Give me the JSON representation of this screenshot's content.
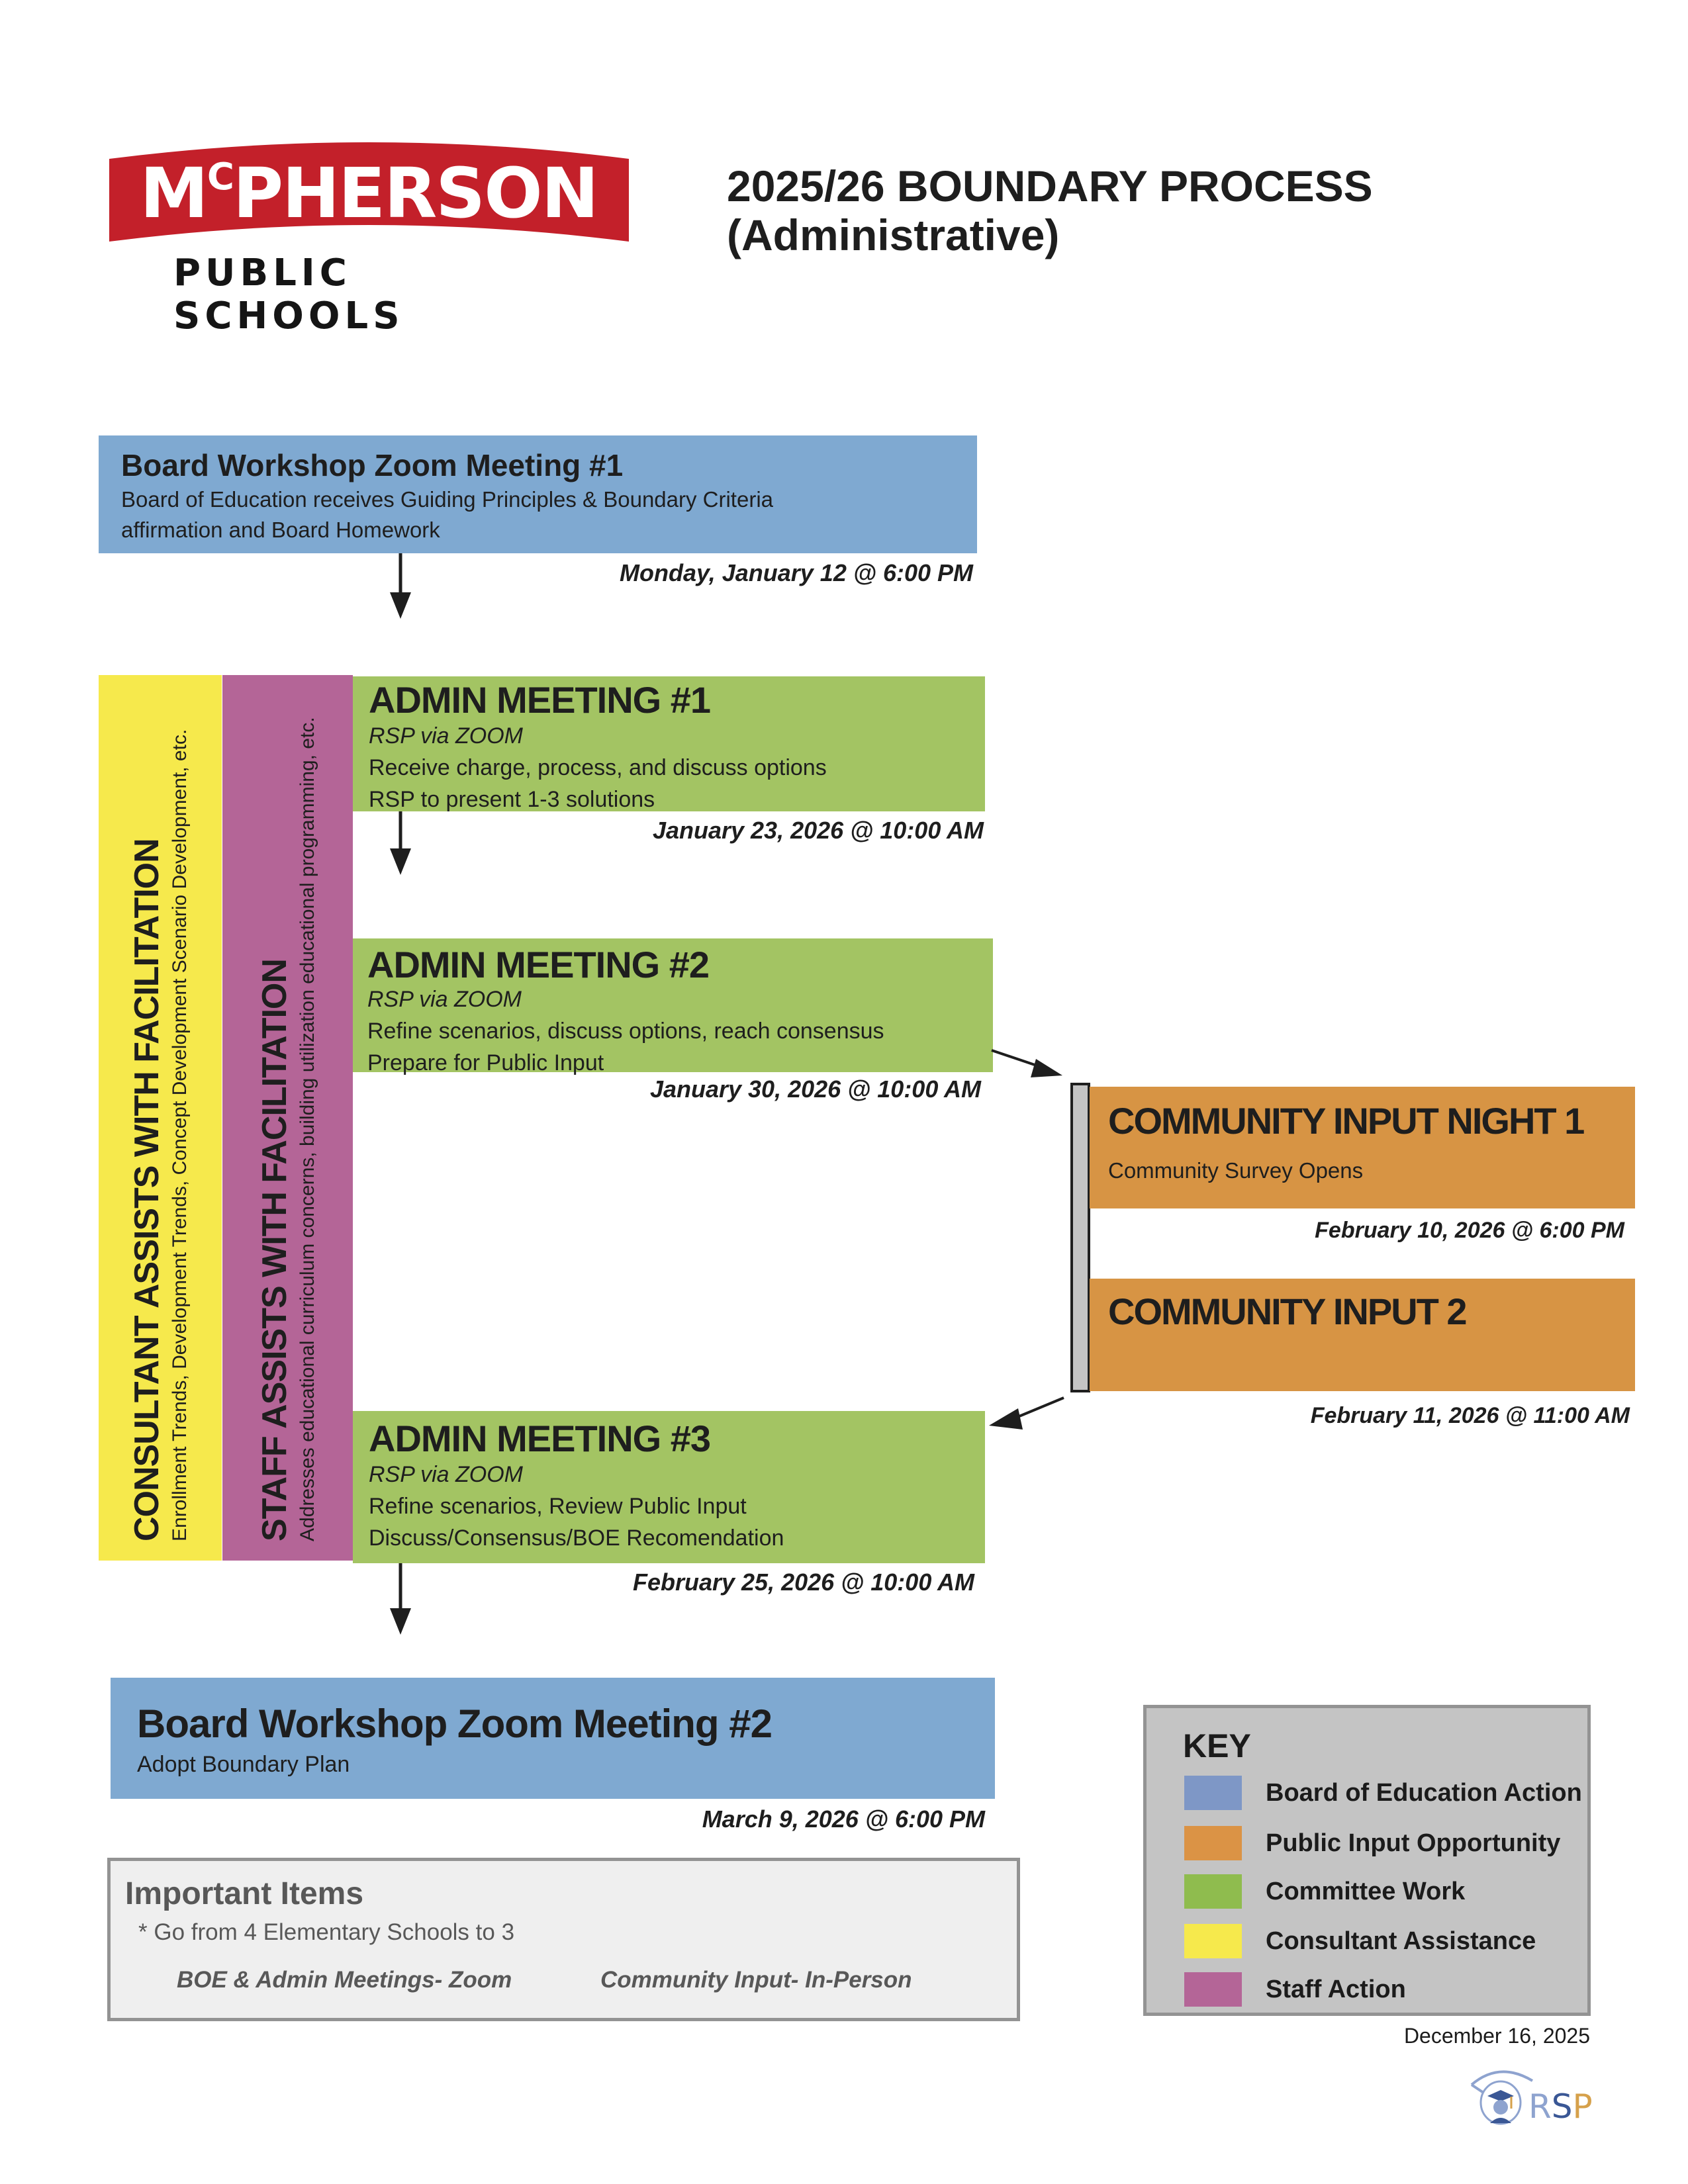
{
  "header": {
    "logo": {
      "name": "McPHERSON",
      "name_prefix": "M",
      "name_superscript": "C",
      "name_rest": "PHERSON",
      "subtitle": "PUBLIC SCHOOLS",
      "brand_color": "#c3202a"
    },
    "title_line1": "2025/26 BOUNDARY PROCESS",
    "title_line2": "(Administrative)"
  },
  "steps": {
    "board1": {
      "title": "Board Workshop Zoom Meeting #1",
      "lines": [
        "Board of Education receives Guiding Principles & Boundary Criteria",
        "affirmation and Board Homework"
      ],
      "date": "Monday, January 12 @ 6:00 PM",
      "category": "Board of Education Action"
    },
    "consultant": {
      "title": "CONSULTANT ASSISTS WITH FACILITATION",
      "subtitle": "Enrollment Trends, Development Trends, Concept Development Scenario Development, etc.",
      "category": "Consultant Assistance"
    },
    "staff": {
      "title": "STAFF ASSISTS WITH FACILITATION",
      "subtitle": "Addresses educational curriculum concerns, building utilization educational programming, etc.",
      "category": "Staff Action"
    },
    "admin1": {
      "title": "ADMIN MEETING #1",
      "via": "RSP via ZOOM",
      "lines": [
        "Receive charge, process, and discuss options",
        "RSP to present 1-3 solutions"
      ],
      "date": "January 23, 2026 @ 10:00 AM",
      "category": "Committee Work"
    },
    "admin2": {
      "title": "ADMIN MEETING #2",
      "via": "RSP via ZOOM",
      "lines": [
        "Refine scenarios, discuss options, reach consensus",
        "Prepare for Public Input"
      ],
      "date": "January 30, 2026 @ 10:00 AM",
      "category": "Committee Work"
    },
    "community1": {
      "title": "COMMUNITY INPUT NIGHT 1",
      "subtitle": "Community Survey Opens",
      "date": "February 10, 2026 @ 6:00 PM",
      "category": "Public Input Opportunity"
    },
    "community2": {
      "title": "COMMUNITY INPUT 2",
      "date": "February 11, 2026 @ 11:00 AM",
      "category": "Public Input Opportunity"
    },
    "admin3": {
      "title": "ADMIN MEETING #3",
      "via": "RSP via ZOOM",
      "lines": [
        "Refine scenarios, Review Public Input",
        "Discuss/Consensus/BOE Recomendation"
      ],
      "date": "February 25, 2026 @ 10:00 AM",
      "category": "Committee Work"
    },
    "board2": {
      "title": "Board Workshop Zoom Meeting #2",
      "subtitle": "Adopt Boundary Plan",
      "date": "March 9, 2026 @ 6:00 PM",
      "category": "Board of Education Action"
    }
  },
  "flow": [
    {
      "from": "board1",
      "to": "admin1"
    },
    {
      "from": "admin1",
      "to": "admin2"
    },
    {
      "from": "admin2",
      "to": "community1"
    },
    {
      "from": "community2",
      "to": "admin3"
    },
    {
      "from": "admin3",
      "to": "board2"
    }
  ],
  "important": {
    "title": "Important Items",
    "item": "* Go from 4 Elementary Schools to 3",
    "note_left": "BOE & Admin Meetings- Zoom",
    "note_right": "Community Input- In-Person"
  },
  "key": {
    "title": "KEY",
    "items": [
      {
        "label": "Board of Education Action",
        "color": "#7e97c6"
      },
      {
        "label": "Public Input Opportunity",
        "color": "#db9345"
      },
      {
        "label": "Committee Work",
        "color": "#8fbc4e"
      },
      {
        "label": "Consultant Assistance",
        "color": "#f6e94c"
      },
      {
        "label": "Staff Action",
        "color": "#b46597"
      }
    ]
  },
  "footer": {
    "date": "December 16, 2025",
    "rsp_logo": {
      "text_r": "R",
      "text_s": "S",
      "text_p": "P",
      "icon": "graduate-eye-icon"
    }
  }
}
